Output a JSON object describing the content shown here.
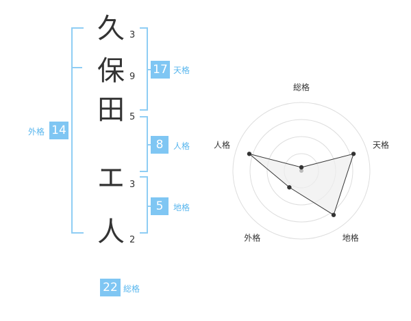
{
  "name": {
    "chars": [
      {
        "char": "久",
        "strokes": "3"
      },
      {
        "char": "保",
        "strokes": "9"
      },
      {
        "char": "田",
        "strokes": "5"
      },
      {
        "char": "エ",
        "strokes": "3"
      },
      {
        "char": "人",
        "strokes": "2"
      }
    ]
  },
  "scores": {
    "tenkaku": {
      "value": "17",
      "label": "天格"
    },
    "jinkaku": {
      "value": "8",
      "label": "人格"
    },
    "chikaku": {
      "value": "5",
      "label": "地格"
    },
    "gaikaku": {
      "value": "14",
      "label": "外格"
    },
    "soukaku": {
      "value": "22",
      "label": "総格"
    }
  },
  "chart_data": {
    "type": "radar",
    "axes": [
      "総格",
      "天格",
      "地格",
      "外格",
      "人格"
    ],
    "values": [
      0.05,
      0.8,
      0.8,
      0.3,
      0.8
    ],
    "rings": 4,
    "colors": {
      "fill": "#eeeeee",
      "line": "#333333",
      "grid": "#dddddd",
      "point": "#333333",
      "center": "#bbbbbb"
    }
  },
  "colors": {
    "accent": "#7fc6f3",
    "label": "#58b6ee"
  }
}
